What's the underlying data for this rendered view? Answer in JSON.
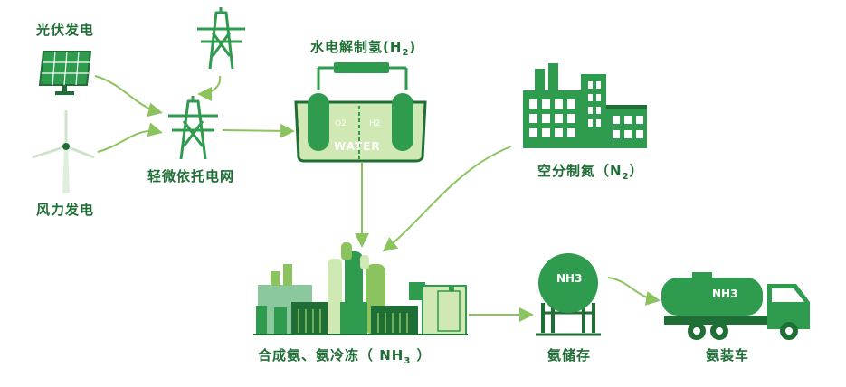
{
  "nodes": {
    "solar": "光伏发电",
    "wind": "风力发电",
    "grid": "轻微依托电网",
    "electrolysis": {
      "text": "水电解制氢",
      "formula_open": "(H",
      "sub": "2",
      "close": ")"
    },
    "air_separation": {
      "text": "空分制氮",
      "formula_open": "（N",
      "sub": "2",
      "close": "）"
    },
    "synthesis": {
      "text": "合成氨、氨冷冻",
      "formula_open": "（ NH",
      "sub": "3",
      "close": " ）"
    },
    "storage": "氨储存",
    "truck": "氨装车"
  },
  "tank": {
    "o2": "O2",
    "h2": "H2",
    "water": "WATER"
  },
  "tags": {
    "nh3": "NH3"
  },
  "colors": {
    "dark": "#1f6e35",
    "mid": "#2e9b4e",
    "light": "#8bc45e",
    "pale": "#cfe8b4"
  }
}
